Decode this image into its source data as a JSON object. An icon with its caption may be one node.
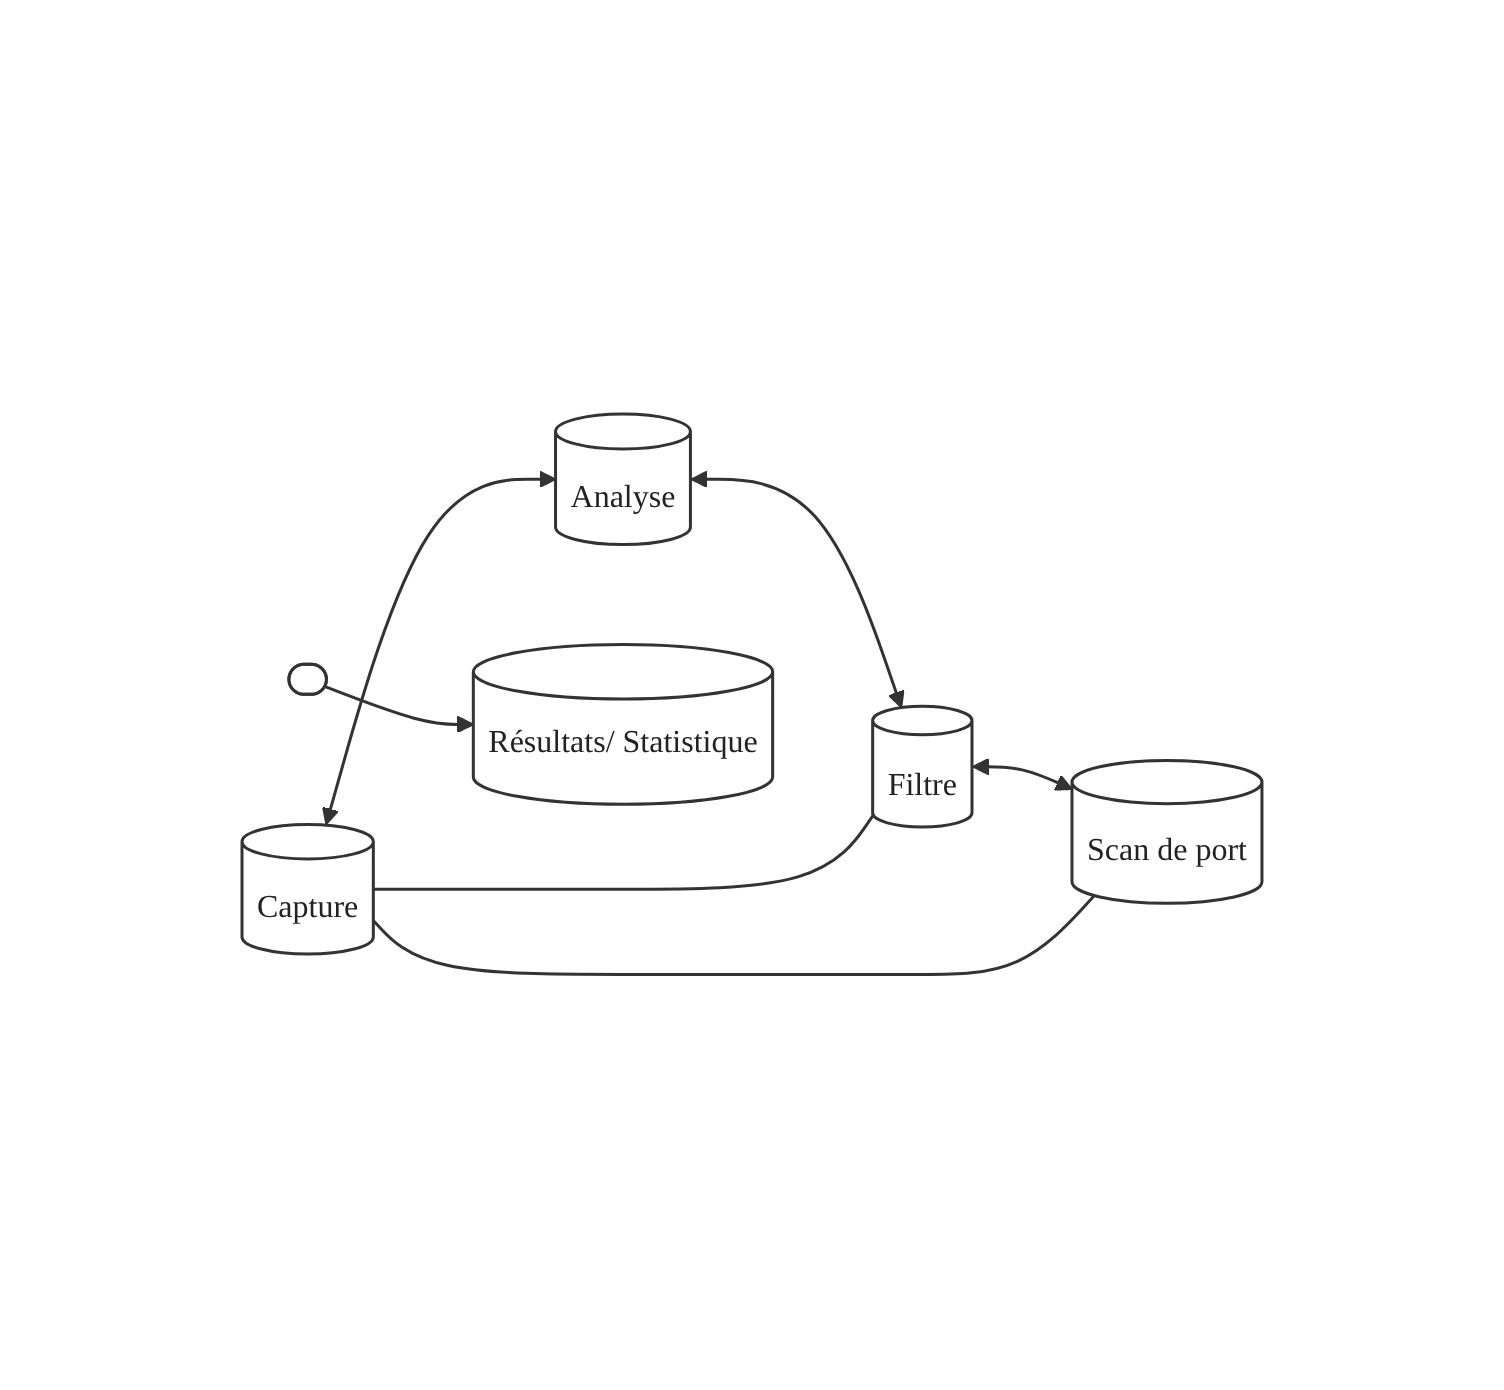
{
  "diagram": {
    "nodes": [
      {
        "text": [
          "Capture"
        ]
      },
      {
        "text": [
          "Analyse"
        ]
      },
      {
        "text": [
          "Filtre"
        ]
      },
      {
        "text": [
          "Scan de port"
        ]
      },
      {
        "text": [],
        "shape": "ellipse"
      },
      {
        "text": [
          "Résultats/ Statistique"
        ]
      }
    ],
    "edges": [
      {
        "from": 0,
        "to": 1,
        "arrow": "both"
      },
      {
        "from": 1,
        "to": 2,
        "arrow": "both"
      },
      {
        "from": 2,
        "to": 3,
        "arrow": "both"
      },
      {
        "from": 0,
        "to": 3,
        "arrow": "none"
      },
      {
        "from": 0,
        "to": 2,
        "arrow": "none"
      },
      {
        "from": 4,
        "to": 5,
        "arrow": "to"
      }
    ]
  }
}
